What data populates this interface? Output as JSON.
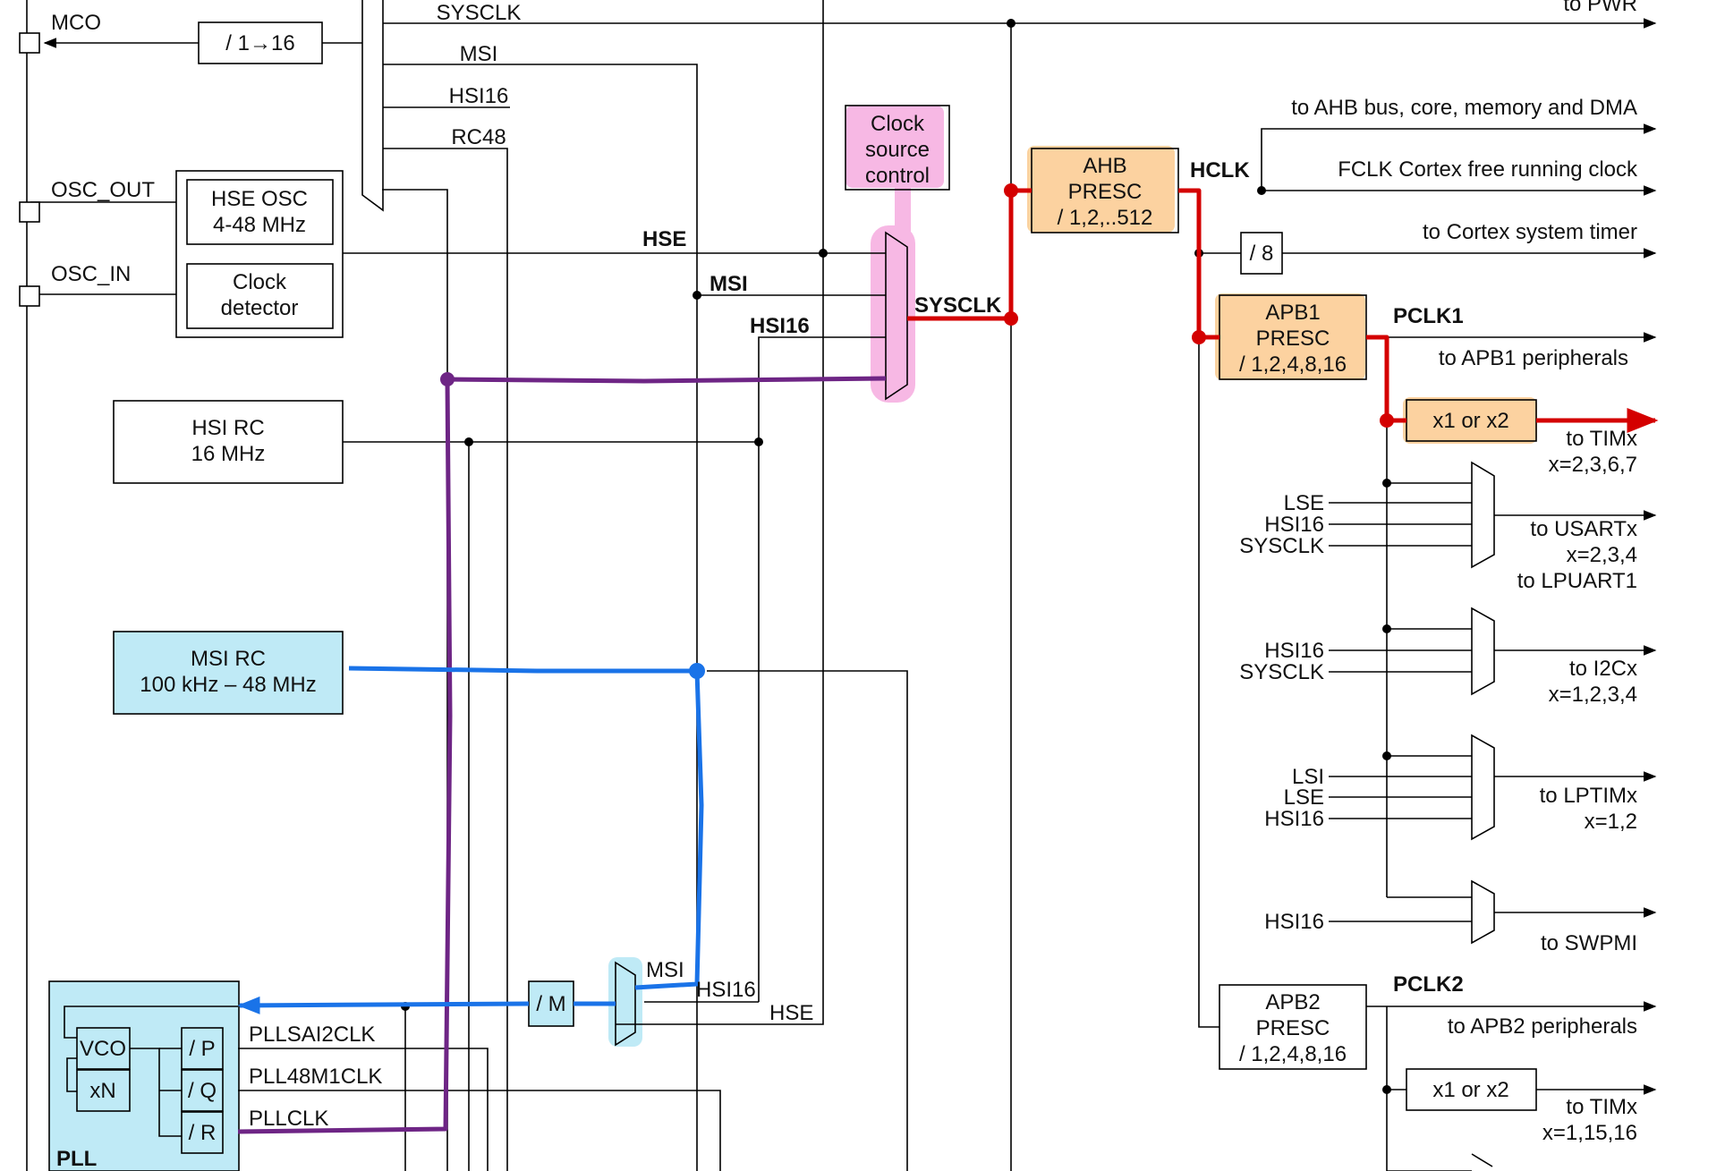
{
  "colors": {
    "red": "#d40000",
    "purple": "#6e2585",
    "blue": "#1a73e8",
    "pink": "#f7b8e4",
    "orange": "#fcd2a0",
    "cyan": "#bfeaf6"
  },
  "pins": {
    "mco": "MCO",
    "osc_out": "OSC_OUT",
    "osc_in": "OSC_IN"
  },
  "mco_div": "/ 1→16",
  "mco_sources": {
    "sysclk": "SYSCLK",
    "msi": "MSI",
    "hsi16": "HSI16",
    "rc48": "RC48"
  },
  "hse_osc": {
    "line1": "HSE OSC",
    "line2": "4-48 MHz"
  },
  "clock_detector": {
    "line1": "Clock",
    "line2": "detector"
  },
  "hsi_rc": {
    "line1": "HSI RC",
    "line2": "16 MHz"
  },
  "msi_rc": {
    "line1": "MSI RC",
    "line2": "100 kHz – 48 MHz"
  },
  "clock_source_control": {
    "line1": "Clock",
    "line2": "source",
    "line3": "control"
  },
  "sysclk_mux_inputs": {
    "hse": "HSE",
    "msi": "MSI",
    "hsi16": "HSI16"
  },
  "sysclk_label": "SYSCLK",
  "ahb_presc": {
    "line1": "AHB",
    "line2": "PRESC",
    "line3": "/ 1,2,..512"
  },
  "hclk": "HCLK",
  "div8": "/ 8",
  "outputs": {
    "to_pwr": "to PWR",
    "to_ahb": "to AHB bus, core, memory and DMA",
    "fclk": "FCLK Cortex free running clock",
    "cortex_timer": "to Cortex system timer"
  },
  "apb1_presc": {
    "line1": "APB1",
    "line2": "PRESC",
    "line3": "/ 1,2,4,8,16"
  },
  "pclk1": "PCLK1",
  "to_apb1": "to APB1 peripherals",
  "x1x2_apb1": "x1 or x2",
  "tim_apb1": {
    "line1": "to TIMx",
    "line2": "x=2,3,6,7"
  },
  "usart": {
    "inputs": [
      "LSE",
      "HSI16",
      "SYSCLK"
    ],
    "line1": "to USARTx",
    "line2": "x=2,3,4",
    "line3": "to LPUART1"
  },
  "i2c": {
    "inputs": [
      "HSI16",
      "SYSCLK"
    ],
    "line1": "to I2Cx",
    "line2": "x=1,2,3,4"
  },
  "lptim": {
    "inputs": [
      "LSI",
      "LSE",
      "HSI16"
    ],
    "line1": "to LPTIMx",
    "line2": "x=1,2"
  },
  "swpmi": {
    "input": "HSI16",
    "label": "to SWPMI"
  },
  "apb2_presc": {
    "line1": "APB2",
    "line2": "PRESC",
    "line3": "/ 1,2,4,8,16"
  },
  "pclk2": "PCLK2",
  "to_apb2": "to APB2 peripherals",
  "x1x2_apb2": "x1 or x2",
  "tim_apb2": {
    "line1": "to TIMx",
    "line2": "x=1,15,16"
  },
  "pll": {
    "title": "PLL",
    "vco": "VCO",
    "xn": "xN",
    "p": "/ P",
    "q": "/ Q",
    "r": "/ R",
    "m": "/ M",
    "out_p": "PLLSAI2CLK",
    "out_q": "PLL48M1CLK",
    "out_r": "PLLCLK",
    "mux_inputs": {
      "msi": "MSI",
      "hsi16": "HSI16",
      "hse": "HSE"
    }
  }
}
